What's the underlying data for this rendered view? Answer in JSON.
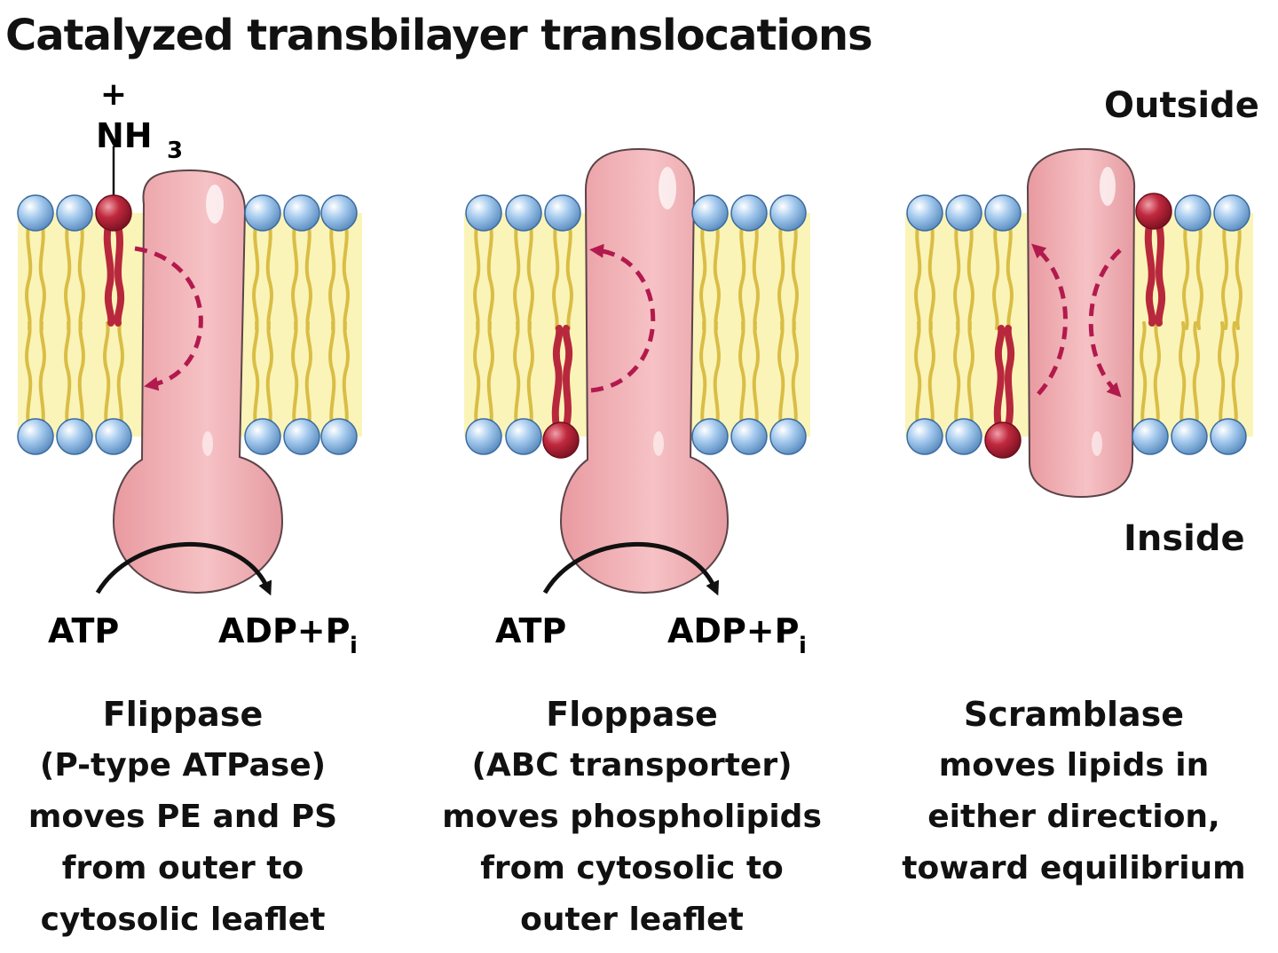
{
  "title": "Catalyzed transbilayer translocations",
  "side_labels": {
    "outside": "Outside",
    "inside": "Inside"
  },
  "ammonium": {
    "charge": "+",
    "formula": "NH",
    "subscript": "3"
  },
  "reactions": {
    "flippase": {
      "left": "ATP",
      "right": "ADP+P",
      "right_sub": "i"
    },
    "floppase": {
      "left": "ATP",
      "right": "ADP+P",
      "right_sub": "i"
    }
  },
  "panels": [
    {
      "name": "Flippase",
      "lines": [
        "(P-type ATPase)",
        "moves PE and PS",
        "from outer to",
        "cytosolic leaflet"
      ]
    },
    {
      "name": "Floppase",
      "lines": [
        "(ABC transporter)",
        "moves phospholipids",
        "from cytosolic to",
        "outer leaflet"
      ]
    },
    {
      "name": "Scramblase",
      "lines": [
        "moves lipids in",
        "either direction,",
        "toward equilibrium"
      ]
    }
  ],
  "colors": {
    "membrane_core": "#fbf4b8",
    "tail": "#e6d060",
    "head_blue": "#8fbbe4",
    "head_red": "#b8283c",
    "protein": "#f1b3b7",
    "arrow_dashed": "#b21a4d"
  }
}
